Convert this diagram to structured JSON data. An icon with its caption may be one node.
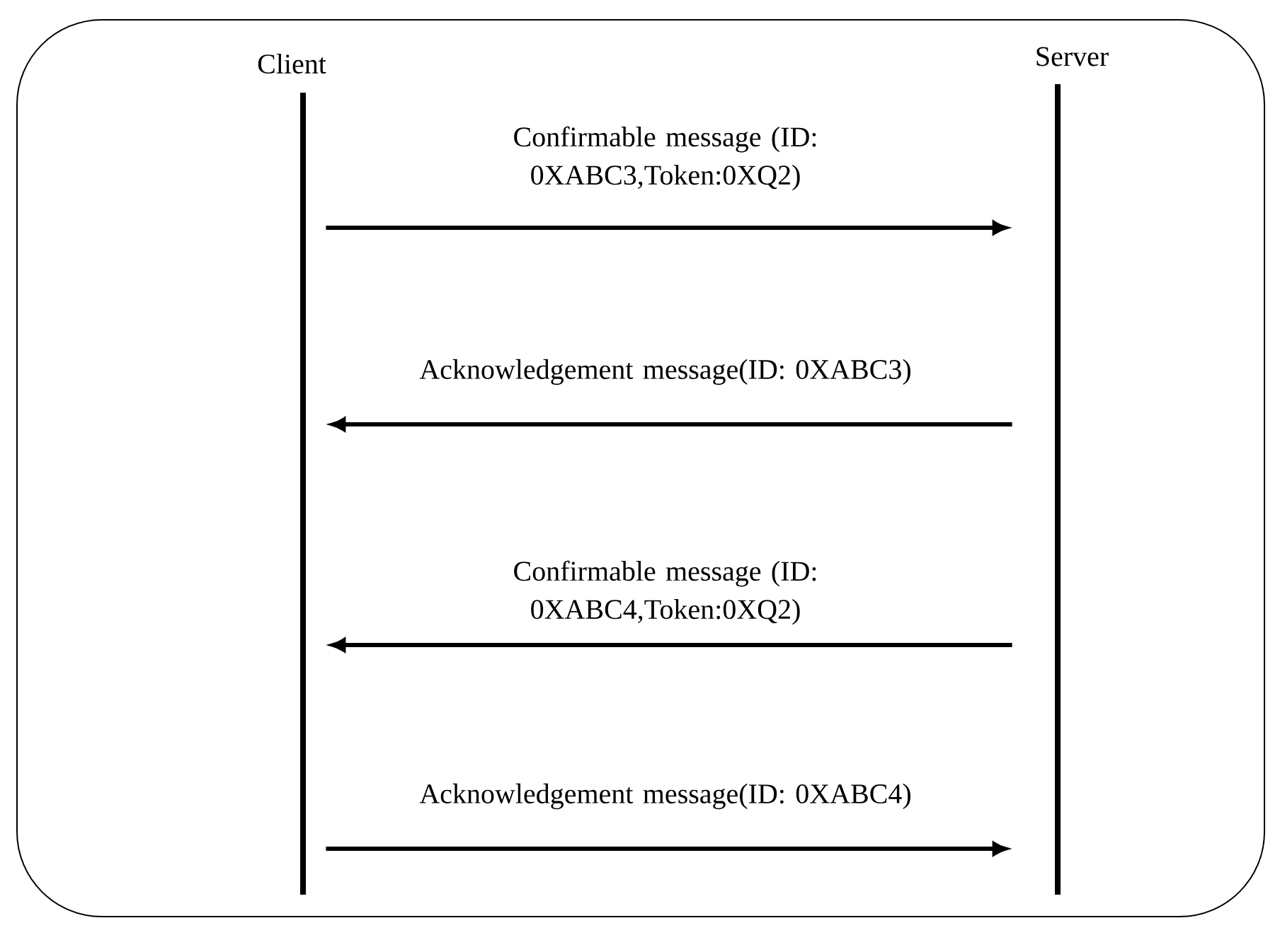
{
  "diagram": {
    "nodes": [
      {
        "text": [
          "Client"
        ]
      },
      {
        "text": [
          "Server"
        ]
      }
    ],
    "edges": [
      {
        "from": 0,
        "to": 1,
        "arrow": "to",
        "label": "Confirmable message (ID: 0XABC3,Token:0XQ2)"
      },
      {
        "from": 1,
        "to": 0,
        "arrow": "to",
        "label": "Acknowledgement message(ID: 0XABC3)"
      },
      {
        "from": 1,
        "to": 0,
        "arrow": "to",
        "label": "Confirmable message (ID: 0XABC4,Token:0XQ2)"
      },
      {
        "from": 0,
        "to": 1,
        "arrow": "to",
        "label": "Acknowledgement message(ID: 0XABC4)"
      }
    ]
  }
}
